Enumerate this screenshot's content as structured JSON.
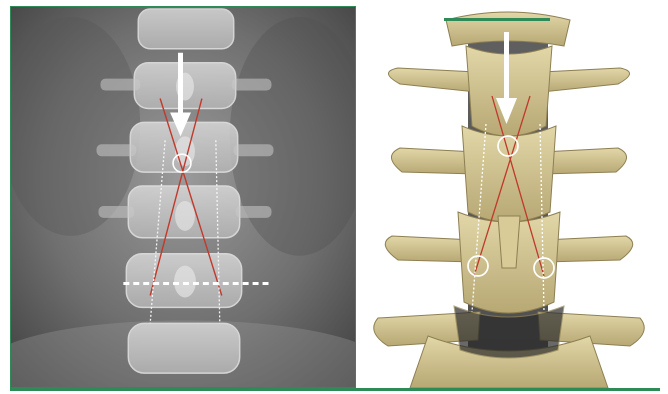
{
  "figure": {
    "panels": [
      {
        "name": "xray",
        "style": "grayscale radiograph"
      },
      {
        "name": "3d-spine-model",
        "style": "rendered bone"
      }
    ],
    "colors": {
      "frame_line": "#2e8b57",
      "trajectory": "#c0392b",
      "guide": "#ffffff"
    }
  }
}
